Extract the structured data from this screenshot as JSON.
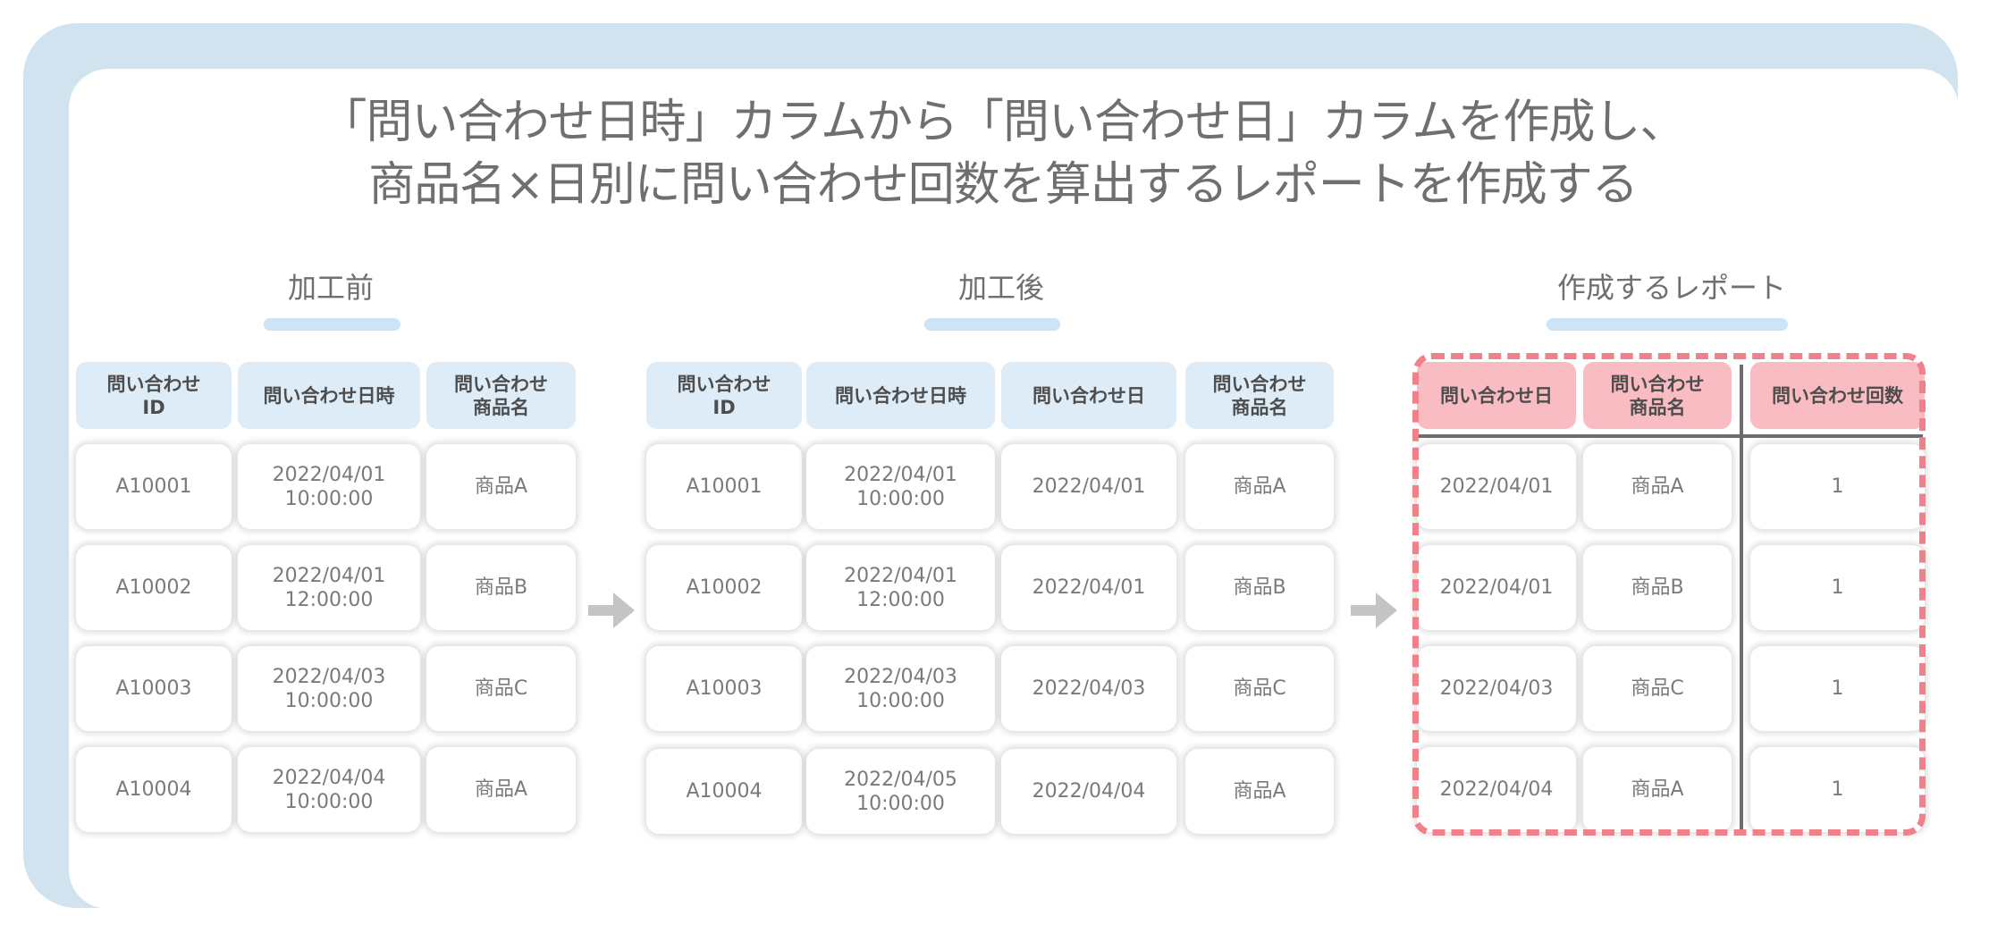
{
  "title": {
    "line1": "「問い合わせ日時」カラムから「問い合わせ日」カラムを作成し、",
    "line2": "商品名×日別に問い合わせ回数を算出するレポートを作成する"
  },
  "before": {
    "heading": "加工前",
    "headers": [
      "問い合わせ\nID",
      "問い合わせ日時",
      "問い合わせ\n商品名"
    ],
    "rows": [
      [
        "A10001",
        "2022/04/01\n10:00:00",
        "商品A"
      ],
      [
        "A10002",
        "2022/04/01\n12:00:00",
        "商品B"
      ],
      [
        "A10003",
        "2022/04/03\n10:00:00",
        "商品C"
      ],
      [
        "A10004",
        "2022/04/04\n10:00:00",
        "商品A"
      ]
    ]
  },
  "after": {
    "heading": "加工後",
    "headers": [
      "問い合わせ\nID",
      "問い合わせ日時",
      "問い合わせ日",
      "問い合わせ\n商品名"
    ],
    "rows": [
      [
        "A10001",
        "2022/04/01\n10:00:00",
        "2022/04/01",
        "商品A"
      ],
      [
        "A10002",
        "2022/04/01\n12:00:00",
        "2022/04/01",
        "商品B"
      ],
      [
        "A10003",
        "2022/04/03\n10:00:00",
        "2022/04/03",
        "商品C"
      ],
      [
        "A10004",
        "2022/04/05\n10:00:00",
        "2022/04/04",
        "商品A"
      ]
    ]
  },
  "report": {
    "heading": "作成するレポート",
    "headers": [
      "問い合わせ日",
      "問い合わせ\n商品名",
      "問い合わせ回数"
    ],
    "rows": [
      [
        "2022/04/01",
        "商品A",
        "1"
      ],
      [
        "2022/04/01",
        "商品B",
        "1"
      ],
      [
        "2022/04/03",
        "商品C",
        "1"
      ],
      [
        "2022/04/04",
        "商品A",
        "1"
      ]
    ]
  },
  "colors": {
    "frame": "#d2e3f0",
    "header_blue": "#deecf7",
    "header_pink": "#f8bcc2",
    "dash_red": "#f08089",
    "accent_bar": "#cce4f5"
  },
  "icons": [
    "right-arrow-icon",
    "right-arrow-icon"
  ]
}
